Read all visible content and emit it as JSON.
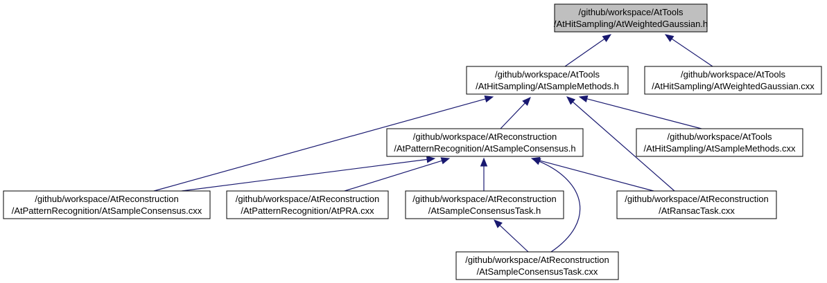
{
  "diagram": {
    "colors": {
      "edge": "#191970",
      "root_fill": "#bfbfbf",
      "node_fill": "#ffffff",
      "border": "#000000"
    },
    "nodes": [
      {
        "id": "weighted_gaussian_h",
        "lines": [
          "/github/workspace/AtTools",
          "/AtHitSampling/AtWeightedGaussian.h"
        ],
        "root": true
      },
      {
        "id": "sample_methods_h",
        "lines": [
          "/github/workspace/AtTools",
          "/AtHitSampling/AtSampleMethods.h"
        ]
      },
      {
        "id": "weighted_gaussian_cxx",
        "lines": [
          "/github/workspace/AtTools",
          "/AtHitSampling/AtWeightedGaussian.cxx"
        ]
      },
      {
        "id": "sample_consensus_h",
        "lines": [
          "/github/workspace/AtReconstruction",
          "/AtPatternRecognition/AtSampleConsensus.h"
        ]
      },
      {
        "id": "sample_methods_cxx",
        "lines": [
          "/github/workspace/AtTools",
          "/AtHitSampling/AtSampleMethods.cxx"
        ]
      },
      {
        "id": "sample_consensus_cxx",
        "lines": [
          "/github/workspace/AtReconstruction",
          "/AtPatternRecognition/AtSampleConsensus.cxx"
        ]
      },
      {
        "id": "atpra_cxx",
        "lines": [
          "/github/workspace/AtReconstruction",
          "/AtPatternRecognition/AtPRA.cxx"
        ]
      },
      {
        "id": "consensus_task_h",
        "lines": [
          "/github/workspace/AtReconstruction",
          "/AtSampleConsensusTask.h"
        ]
      },
      {
        "id": "ransac_task_cxx",
        "lines": [
          "/github/workspace/AtReconstruction",
          "/AtRansacTask.cxx"
        ]
      },
      {
        "id": "consensus_task_cxx",
        "lines": [
          "/github/workspace/AtReconstruction",
          "/AtSampleConsensusTask.cxx"
        ]
      }
    ],
    "edges": [
      {
        "from": "sample_methods_h",
        "to": "weighted_gaussian_h"
      },
      {
        "from": "weighted_gaussian_cxx",
        "to": "weighted_gaussian_h"
      },
      {
        "from": "sample_consensus_h",
        "to": "sample_methods_h"
      },
      {
        "from": "sample_methods_cxx",
        "to": "sample_methods_h"
      },
      {
        "from": "sample_consensus_cxx",
        "to": "sample_methods_h"
      },
      {
        "from": "ransac_task_cxx",
        "to": "sample_methods_h"
      },
      {
        "from": "sample_consensus_cxx",
        "to": "sample_consensus_h"
      },
      {
        "from": "atpra_cxx",
        "to": "sample_consensus_h"
      },
      {
        "from": "consensus_task_h",
        "to": "sample_consensus_h"
      },
      {
        "from": "ransac_task_cxx",
        "to": "sample_consensus_h"
      },
      {
        "from": "consensus_task_cxx",
        "to": "sample_consensus_h"
      },
      {
        "from": "consensus_task_cxx",
        "to": "consensus_task_h"
      }
    ]
  }
}
